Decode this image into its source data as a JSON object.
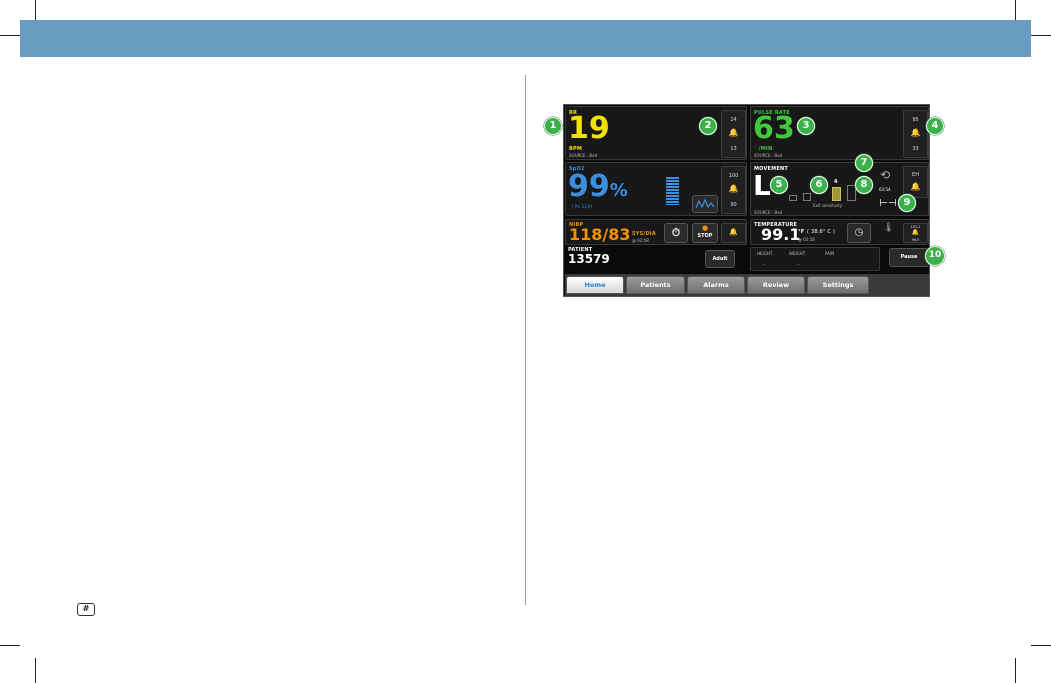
{
  "page": {
    "number_label": "#"
  },
  "monitor": {
    "rr": {
      "label": "RR",
      "value": "19",
      "unit": "BPM",
      "source": "SOURCE : Bed",
      "alarm_high": "24",
      "alarm_low": "13"
    },
    "pulse": {
      "label": "PULSE RATE",
      "value": "63",
      "unit": "♡/MIN",
      "source": "SOURCE : Bed",
      "alarm_high": "95",
      "alarm_low": "33"
    },
    "spo2": {
      "label": "SpO2",
      "value": "99",
      "unit": "%",
      "pi": "( P.I. 13.9)",
      "alarm_high": "100",
      "alarm_low": "90"
    },
    "movement": {
      "label": "MOVEMENT",
      "value": "L",
      "level": "4",
      "sensitivity": "Exit sensitivity",
      "timer": "03:54",
      "source": "SOURCE : Bed",
      "mode": "EH"
    },
    "nibp": {
      "label": "NIBP",
      "value": "118/83",
      "unit": "SYS/DIA",
      "time": "@ 02:58",
      "stop_label": "STOP"
    },
    "temperature": {
      "label": "TEMPERATURE",
      "value": "99.1",
      "unit_f": "°F",
      "celsius": "( 38.6° C )",
      "time": "@ 02:58",
      "alarm_high": "101.2",
      "alarm_low": "96.0"
    },
    "patient": {
      "label": "PATIENT",
      "id": "13579",
      "type_button": "Adult"
    },
    "manual": {
      "height": "HEIGHT",
      "weight": "WEIGHT",
      "pain": "PAIN",
      "height_val": "--",
      "weight_val": "--"
    },
    "pause_button": "Pause",
    "tabs": [
      {
        "label": "Home",
        "active": true
      },
      {
        "label": "Patients",
        "active": false
      },
      {
        "label": "Alarms",
        "active": false
      },
      {
        "label": "Review",
        "active": false
      },
      {
        "label": "Settings",
        "active": false
      }
    ]
  },
  "callouts": [
    "1",
    "2",
    "3",
    "4",
    "5",
    "6",
    "7",
    "8",
    "9",
    "10"
  ],
  "colors": {
    "banner": "#6a9cbf",
    "rr": "#f2e200",
    "pulse": "#43c83c",
    "spo2": "#3c8fe0",
    "nibp": "#f39200",
    "callout": "#3cb04a",
    "active_tab_text": "#2b7fc4"
  }
}
